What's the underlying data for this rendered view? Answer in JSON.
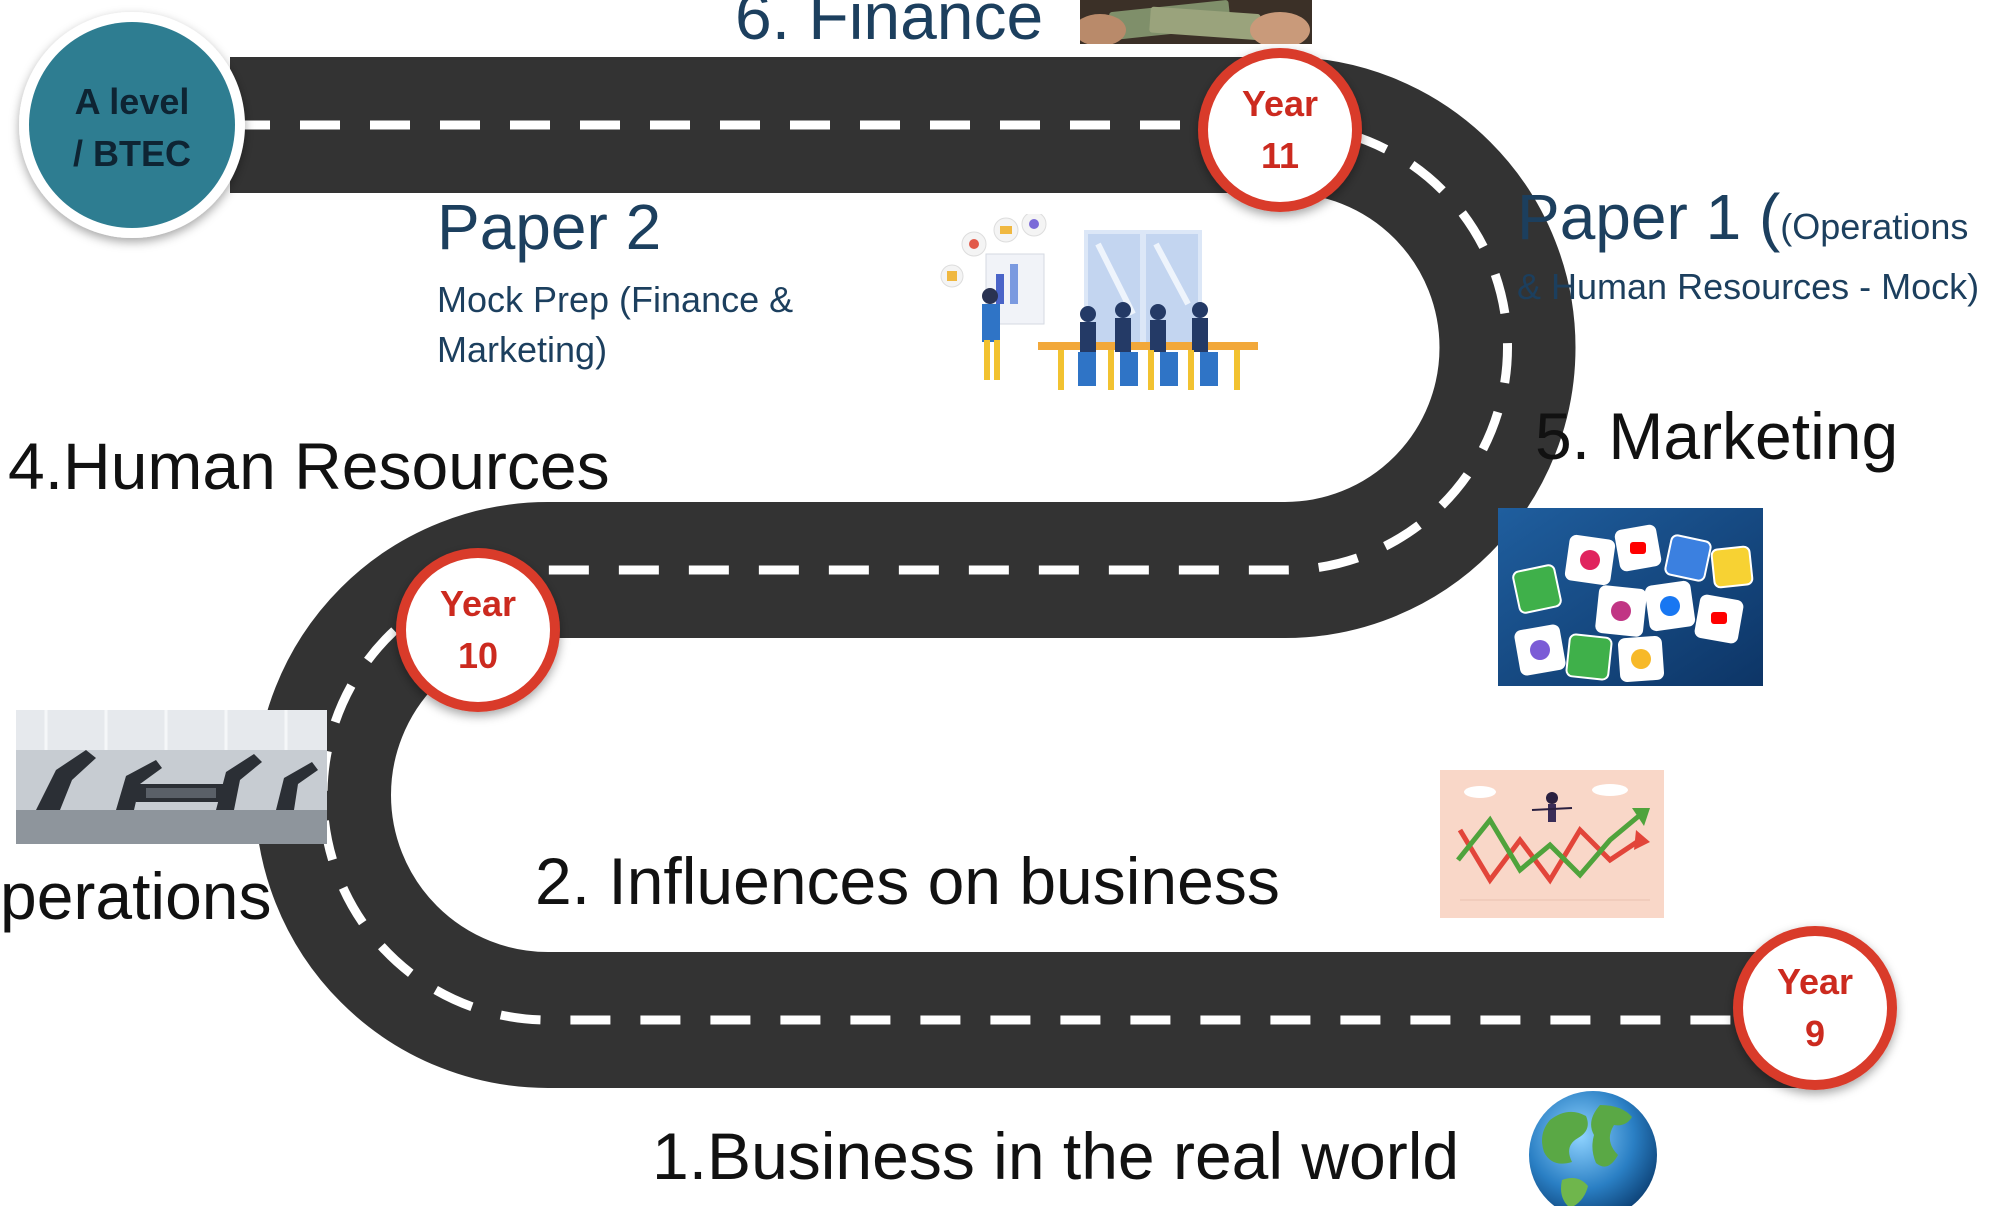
{
  "start": {
    "line1": "A level",
    "line2": "/ BTEC"
  },
  "milestones": [
    {
      "line1": "Year",
      "line2": "11"
    },
    {
      "line1": "Year",
      "line2": "10"
    },
    {
      "line1": "Year",
      "line2": "9"
    }
  ],
  "topics": {
    "finance": "6. Finance",
    "marketing": "5. Marketing",
    "human_resources": "4.Human Resources",
    "operations": "perations",
    "influences": "2. Influences  on business",
    "real_world": "1.Business  in the real world"
  },
  "papers": {
    "paper2": {
      "title": "Paper 2",
      "sub_line1": "Mock Prep (Finance &",
      "sub_line2": "Marketing)"
    },
    "paper1": {
      "title_main": "Paper 1 (",
      "title_small": "(Operations",
      "sub_line": "& Human Resources  - Mock)"
    }
  },
  "icons": {
    "finance": "money-photo",
    "meeting": "team-meeting-illustration",
    "marketing": "social-media-cubes-photo",
    "operations": "factory-robots-photo",
    "influences": "chart-trend-illustration",
    "globe": "globe-icon"
  },
  "colors": {
    "road": "#333333",
    "road_dash": "#ffffff",
    "milestone_border": "#d93a2b",
    "milestone_text": "#cc2a1f",
    "start_fill": "#2e7d91",
    "title_navy": "#1c3f5e"
  }
}
